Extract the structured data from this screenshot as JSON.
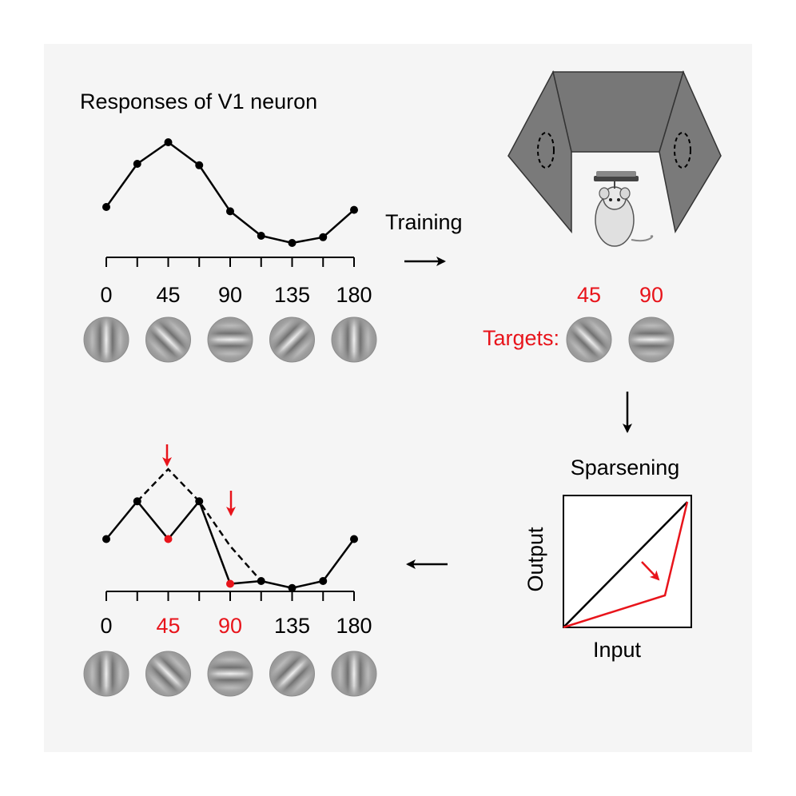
{
  "top_plot": {
    "title": "Responses of V1 neuron",
    "tick_labels": [
      "0",
      "45",
      "90",
      "135",
      "180"
    ],
    "response": [
      [
        0,
        0.55
      ],
      [
        22.5,
        0.85
      ],
      [
        45,
        1.0
      ],
      [
        67.5,
        0.84
      ],
      [
        90,
        0.52
      ],
      [
        112.5,
        0.35
      ],
      [
        135,
        0.3
      ],
      [
        157.5,
        0.34
      ],
      [
        180,
        0.53
      ]
    ]
  },
  "training_label": "Training",
  "targets": {
    "label": "Targets:",
    "values": [
      "45",
      "90"
    ],
    "color": "#e8141b"
  },
  "sparsening": {
    "title": "Sparsening",
    "xlabel": "Input",
    "ylabel": "Output"
  },
  "bottom_plot": {
    "tick_labels": [
      "0",
      "45",
      "90",
      "135",
      "180"
    ],
    "highlight_ticks": [
      "45",
      "90"
    ],
    "after": [
      [
        0,
        0.5
      ],
      [
        22.5,
        0.77
      ],
      [
        45,
        0.5
      ],
      [
        67.5,
        0.77
      ],
      [
        90,
        0.18
      ],
      [
        112.5,
        0.2
      ],
      [
        135,
        0.15
      ],
      [
        157.5,
        0.2
      ],
      [
        180,
        0.5
      ]
    ],
    "before": [
      [
        22.5,
        0.77
      ],
      [
        45,
        1.0
      ],
      [
        67.5,
        0.77
      ],
      [
        90,
        0.45
      ],
      [
        112.5,
        0.2
      ]
    ]
  },
  "colors": {
    "accent": "#e8141b",
    "ink": "#000000",
    "panel": "#f5f5f5"
  }
}
